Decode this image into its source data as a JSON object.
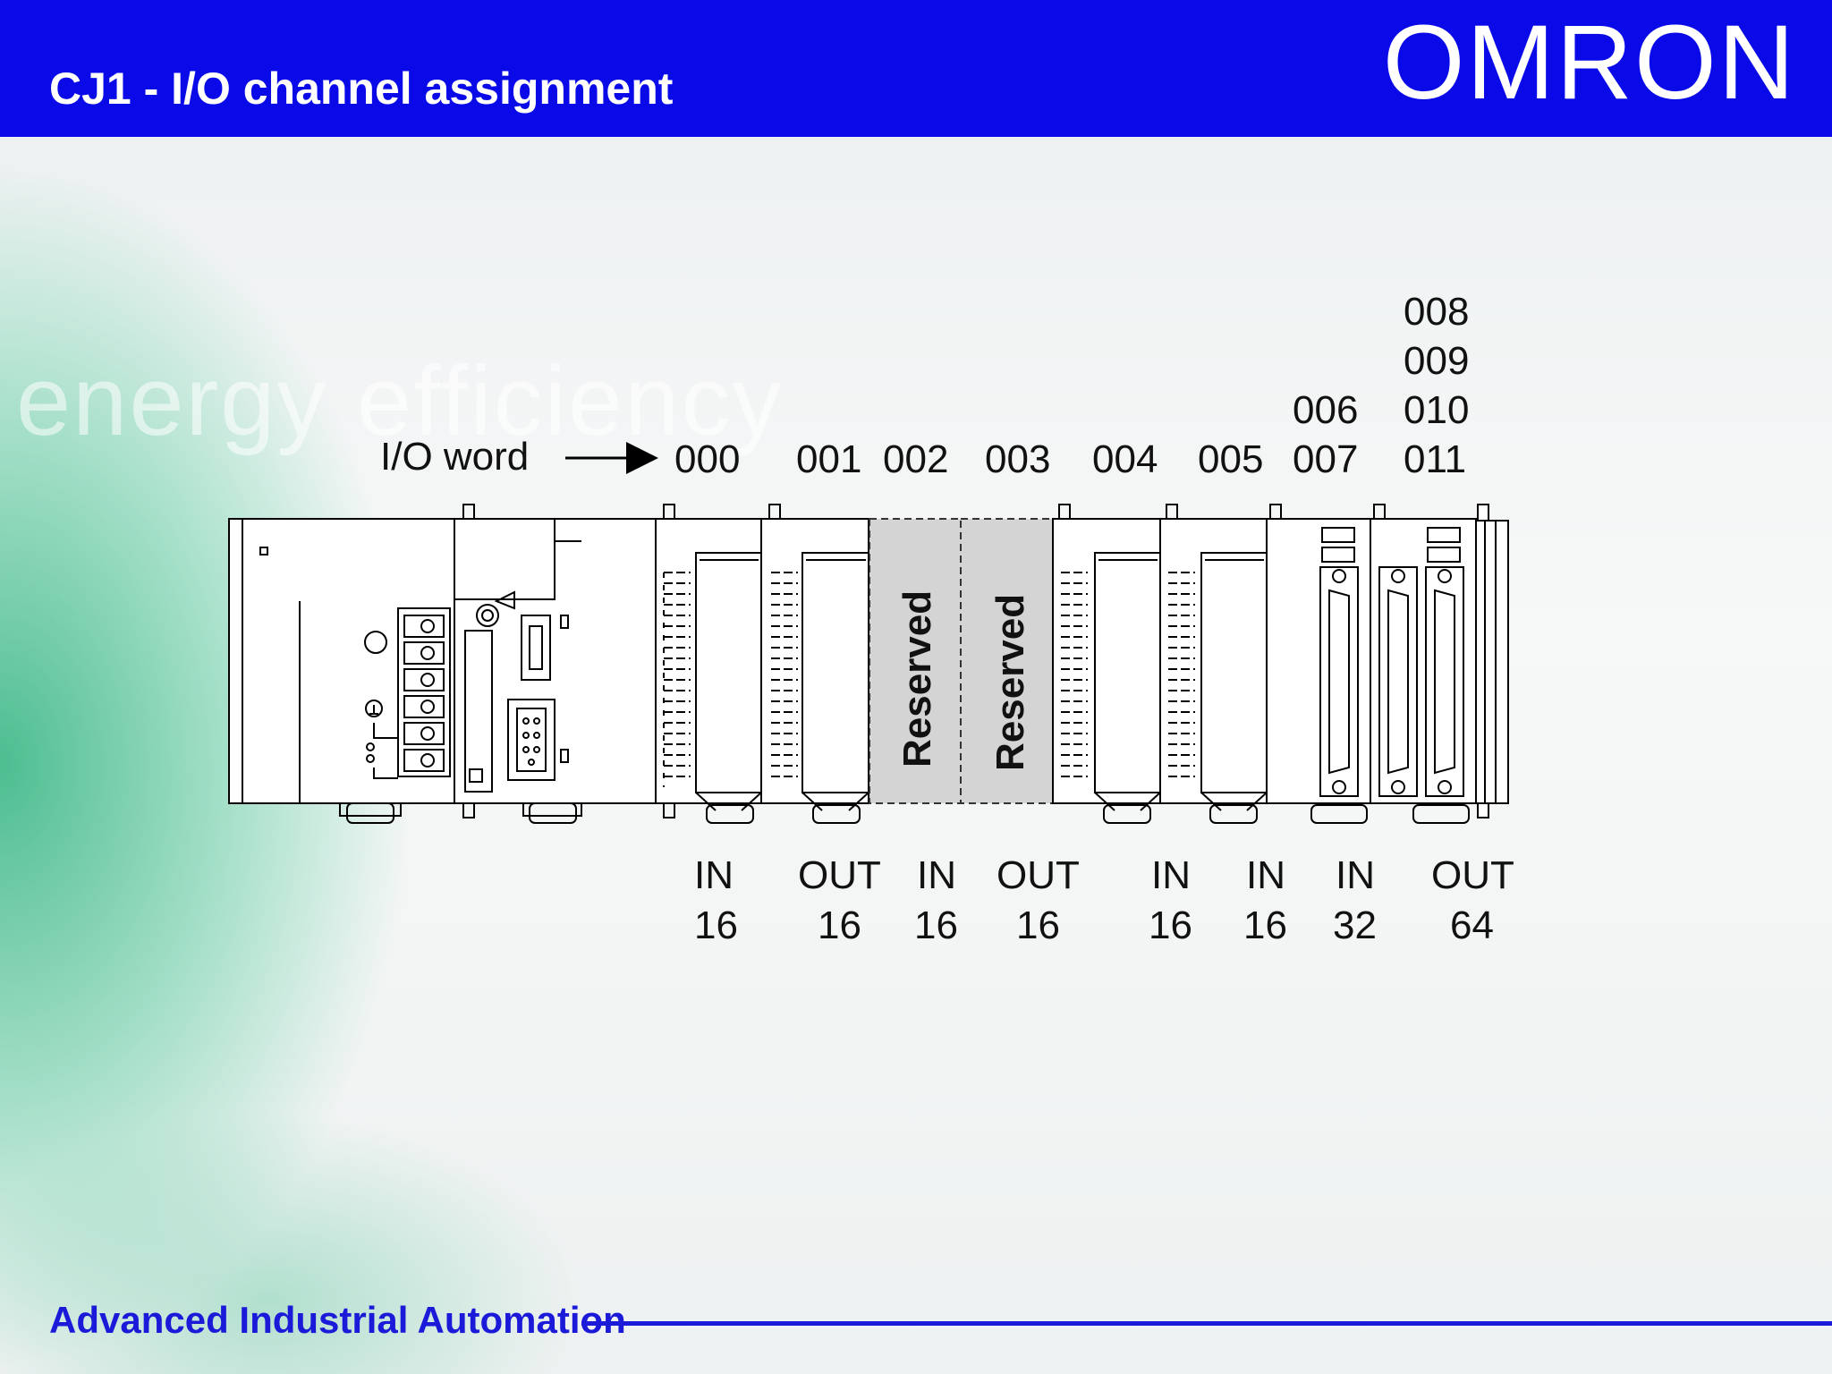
{
  "header": {
    "title": "CJ1 - I/O channel assignment",
    "logo": "OMRON"
  },
  "footer": {
    "text": "Advanced Industrial Automation"
  },
  "background": {
    "watermark": "energy efficiency"
  },
  "diagram": {
    "io_word_label": "I/O word",
    "words": [
      "000",
      "001",
      "002",
      "003",
      "004",
      "005",
      "006",
      "007",
      "008",
      "009",
      "010",
      "011"
    ],
    "reserved_label": "Reserved",
    "units": [
      {
        "type": "IN",
        "points": "16"
      },
      {
        "type": "OUT",
        "points": "16"
      },
      {
        "type": "IN",
        "points": "16"
      },
      {
        "type": "OUT",
        "points": "16"
      },
      {
        "type": "IN",
        "points": "16"
      },
      {
        "type": "IN",
        "points": "16"
      },
      {
        "type": "IN",
        "points": "32"
      },
      {
        "type": "OUT",
        "points": "64"
      }
    ]
  },
  "colors": {
    "header_bg": "#0a0ae8",
    "footer_text": "#1a1ad8",
    "reserved_fill": "#d4d4d4"
  }
}
